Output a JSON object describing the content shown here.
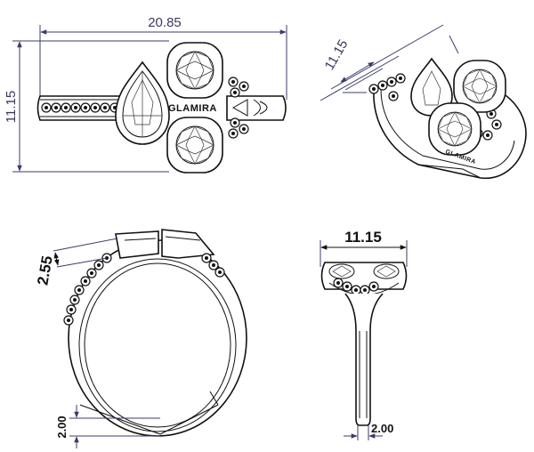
{
  "brand": "GLAMIRA",
  "views": {
    "top": {
      "width_dim": "20.85",
      "height_dim": "11.15"
    },
    "iso": {
      "dim": "11.15"
    },
    "side": {
      "shoulder_dim": "2.55",
      "band_dim": "2.00"
    },
    "front": {
      "width_dim": "11.15",
      "band_dim": "2.00"
    }
  },
  "colors": {
    "dim_light": "#3a3a60",
    "dim_dark": "#111111",
    "line": "#111111"
  }
}
